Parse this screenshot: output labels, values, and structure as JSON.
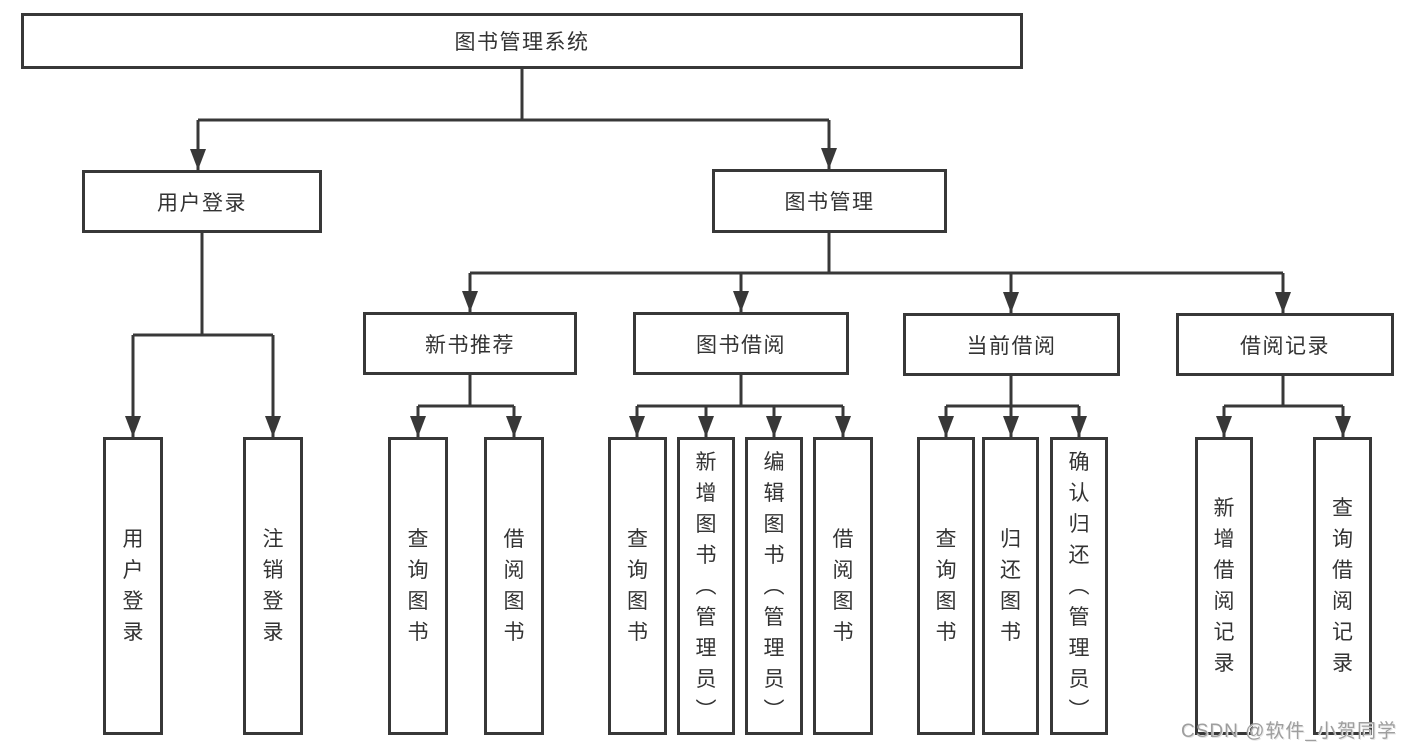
{
  "colors": {
    "line": "#383838",
    "text": "#333333",
    "watermark": "#9e9e9e",
    "background": "#ffffff"
  },
  "watermark": {
    "text": "CSDN @软件_小贺同学"
  },
  "tree": {
    "root": {
      "label": "图书管理系统"
    },
    "branches": [
      {
        "label": "用户登录",
        "children": [
          {
            "label": "用户登录"
          },
          {
            "label": "注销登录"
          }
        ]
      },
      {
        "label": "图书管理",
        "children": [
          {
            "label": "新书推荐",
            "children": [
              {
                "label": "查询图书"
              },
              {
                "label": "借阅图书"
              }
            ]
          },
          {
            "label": "图书借阅",
            "children": [
              {
                "label": "查询图书"
              },
              {
                "label": "新增图书（管理员）"
              },
              {
                "label": "编辑图书（管理员）"
              },
              {
                "label": "借阅图书"
              }
            ]
          },
          {
            "label": "当前借阅",
            "children": [
              {
                "label": "查询图书"
              },
              {
                "label": "归还图书"
              },
              {
                "label": "确认归还（管理员）"
              }
            ]
          },
          {
            "label": "借阅记录",
            "children": [
              {
                "label": "新增借阅记录"
              },
              {
                "label": "查询借阅记录"
              }
            ]
          }
        ]
      }
    ]
  }
}
